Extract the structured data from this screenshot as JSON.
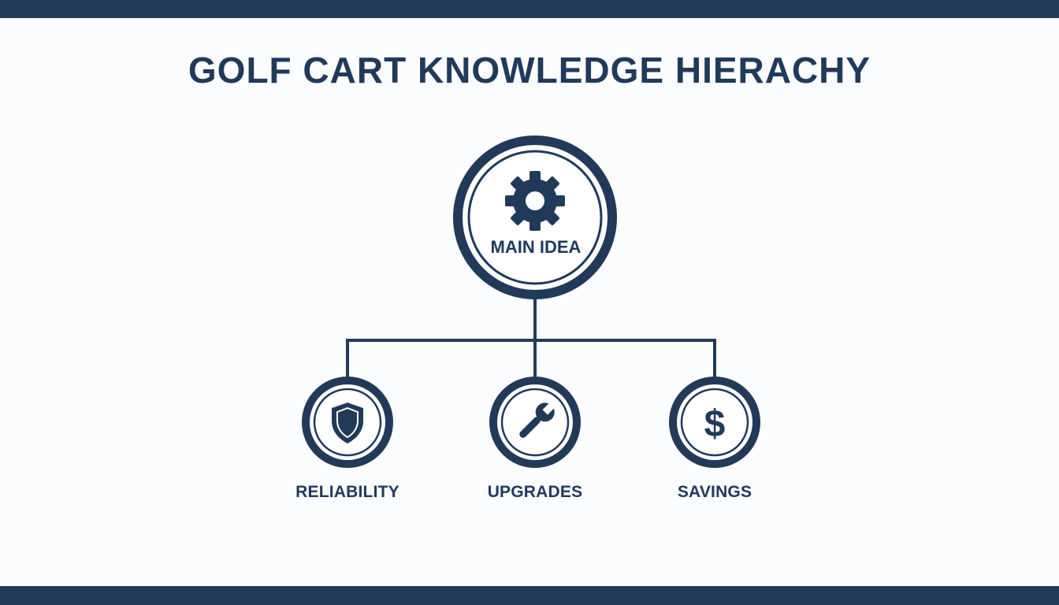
{
  "title": "GOLF CART KNOWLEDGE HIERACHY",
  "colors": {
    "primary": "#213a5a",
    "background": "#fbfcfd"
  },
  "main_node": {
    "label": "MAIN IDEA",
    "icon": "gear-icon"
  },
  "child_nodes": [
    {
      "label": "RELIABILITY",
      "icon": "shield-icon"
    },
    {
      "label": "UPGRADES",
      "icon": "wrench-icon"
    },
    {
      "label": "SAVINGS",
      "icon": "dollar-icon"
    }
  ]
}
